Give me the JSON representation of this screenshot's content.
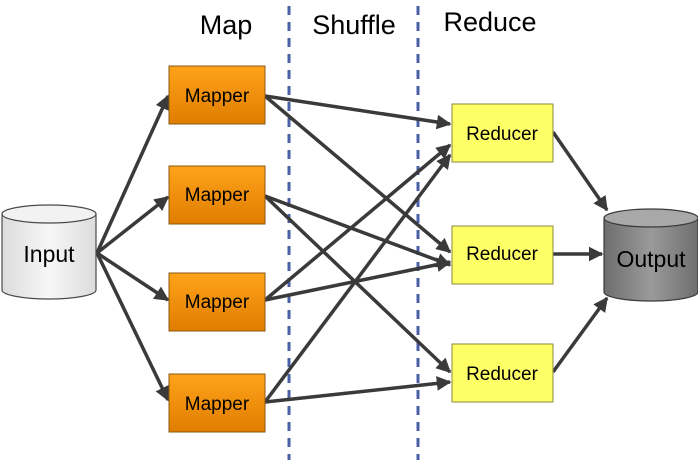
{
  "phases": {
    "map": "Map",
    "shuffle": "Shuffle",
    "reduce": "Reduce"
  },
  "nodes": {
    "input": "Input",
    "output": "Output",
    "mappers": [
      "Mapper",
      "Mapper",
      "Mapper",
      "Mapper"
    ],
    "reducers": [
      "Reducer",
      "Reducer",
      "Reducer"
    ]
  },
  "colors": {
    "mapper_fill_top": "#ff9a00",
    "mapper_fill_bottom": "#e07d00",
    "reducer_fill": "#ffff66",
    "input_fill": "#efefef",
    "output_fill": "#808080",
    "arrow": "#3a3a3a",
    "divider": "#4a5fa8"
  }
}
